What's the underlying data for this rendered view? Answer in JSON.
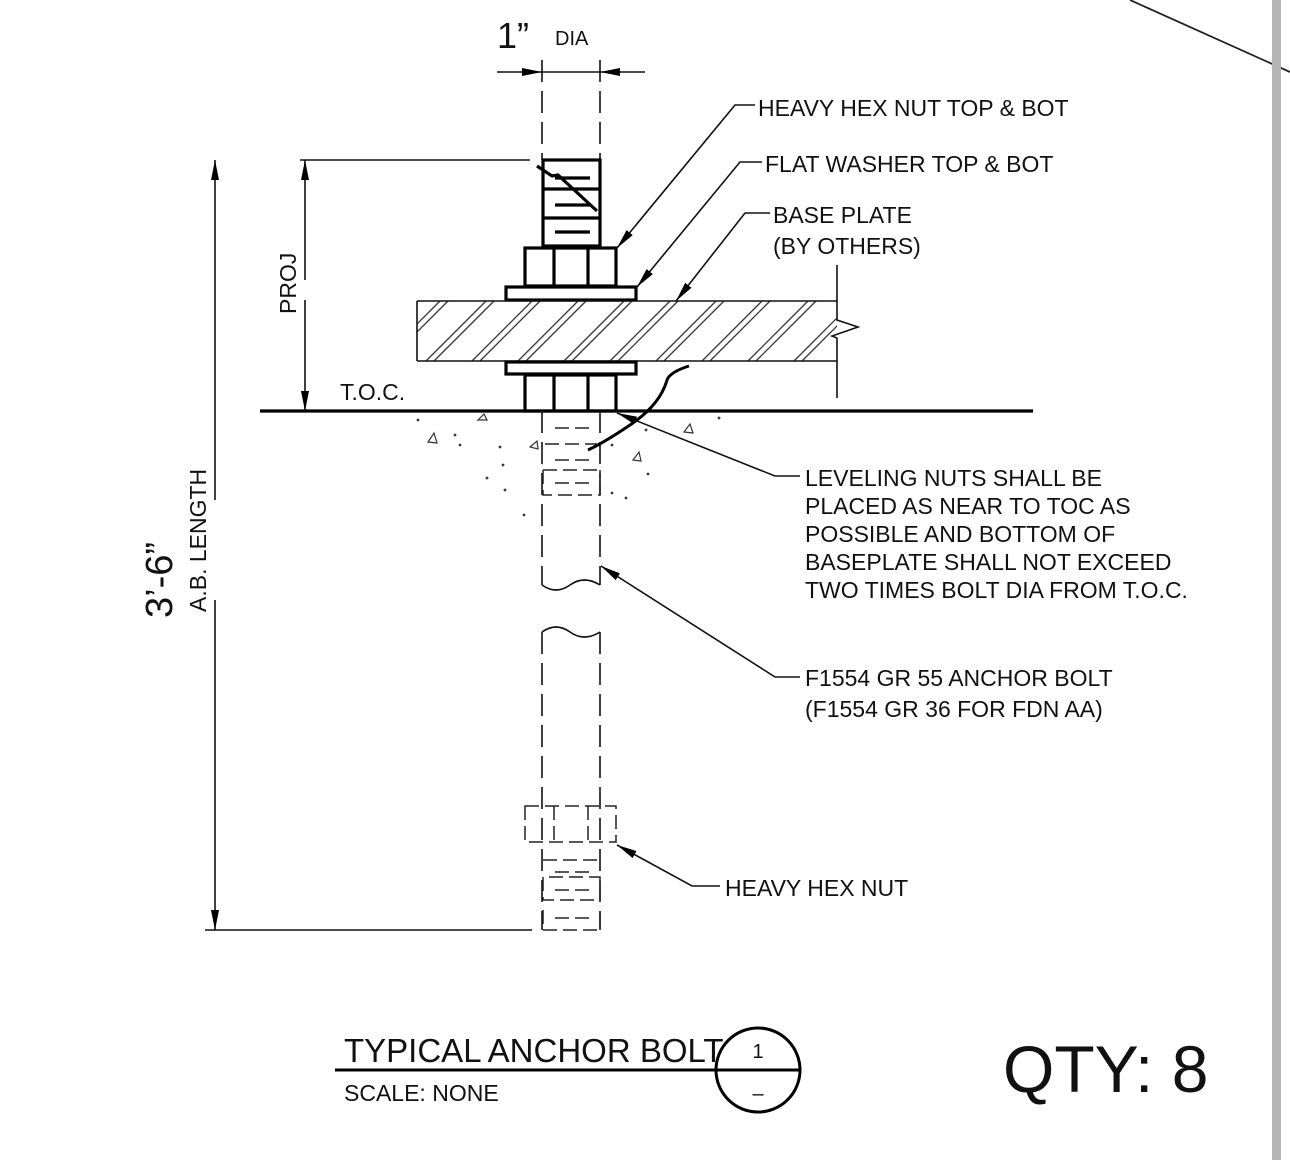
{
  "dimensions": {
    "diameter_value": "1”",
    "diameter_label": "DIA",
    "projection_label": "PROJ",
    "length_value": "3’-6”",
    "length_label": "A.B. LENGTH",
    "toc_label": "T.O.C."
  },
  "callouts": {
    "nut_top_bot": "HEAVY HEX NUT TOP & BOT",
    "washer": "FLAT WASHER TOP & BOT",
    "base_plate_1": "BASE PLATE",
    "base_plate_2": "(BY OTHERS)",
    "leveling": [
      "LEVELING NUTS SHALL BE",
      "PLACED AS NEAR TO TOC AS",
      "POSSIBLE AND BOTTOM OF",
      "BASEPLATE SHALL NOT EXCEED",
      "TWO TIMES BOLT DIA FROM T.O.C."
    ],
    "anchor_1": "F1554 GR 55 ANCHOR BOLT",
    "anchor_2": "(F1554 GR 36 FOR FDN AA)",
    "bottom_nut": "HEAVY HEX NUT"
  },
  "title_block": {
    "title": "TYPICAL ANCHOR BOLT",
    "scale": "SCALE: NONE",
    "detail_number": "1",
    "sheet_number": "–"
  },
  "quantity": "QTY: 8"
}
